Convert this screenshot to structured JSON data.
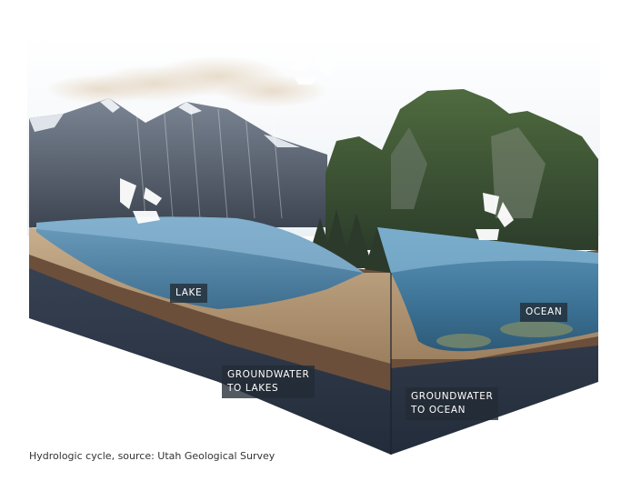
{
  "labels": {
    "lake": "LAKE",
    "ocean": "OCEAN",
    "groundwater_lakes": [
      "GROUNDWATER",
      "TO LAKES"
    ],
    "groundwater_ocean": [
      "GROUNDWATER",
      "TO OCEAN"
    ]
  },
  "caption": "Hydrologic cycle,  source: Utah Geological Survey",
  "icons": [
    "recycle-arrows-icon",
    "recycle-arrows-icon",
    "recycle-arrows-icon"
  ],
  "colors": {
    "sky": "#eef3f8",
    "lake_water": "#5f90b0",
    "ocean_water": "#4d85a8",
    "sand": "#b59a78",
    "soil": "#7a5d44",
    "bedrock": "#2f3a4a",
    "cliff_green": "#3e5a34",
    "mountain": "#4d5766"
  }
}
